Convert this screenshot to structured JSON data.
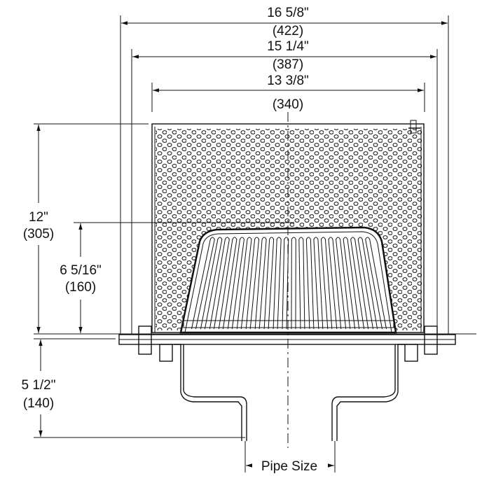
{
  "dimensions": {
    "overall_width": {
      "imperial": "16 5/8\"",
      "metric": "(422)"
    },
    "flange_width": {
      "imperial": "15 1/4\"",
      "metric": "(387)"
    },
    "basket_width": {
      "imperial": "13 3/8\"",
      "metric": "(340)"
    },
    "basket_height": {
      "imperial": "12\"",
      "metric": "(305)"
    },
    "dome_height": {
      "imperial": "6 5/16\"",
      "metric": "(160)"
    },
    "body_depth": {
      "imperial": "5 1/2\"",
      "metric": "(140)"
    },
    "pipe": {
      "label": "Pipe Size"
    }
  },
  "colors": {
    "line": "#111111",
    "background": "#ffffff"
  }
}
